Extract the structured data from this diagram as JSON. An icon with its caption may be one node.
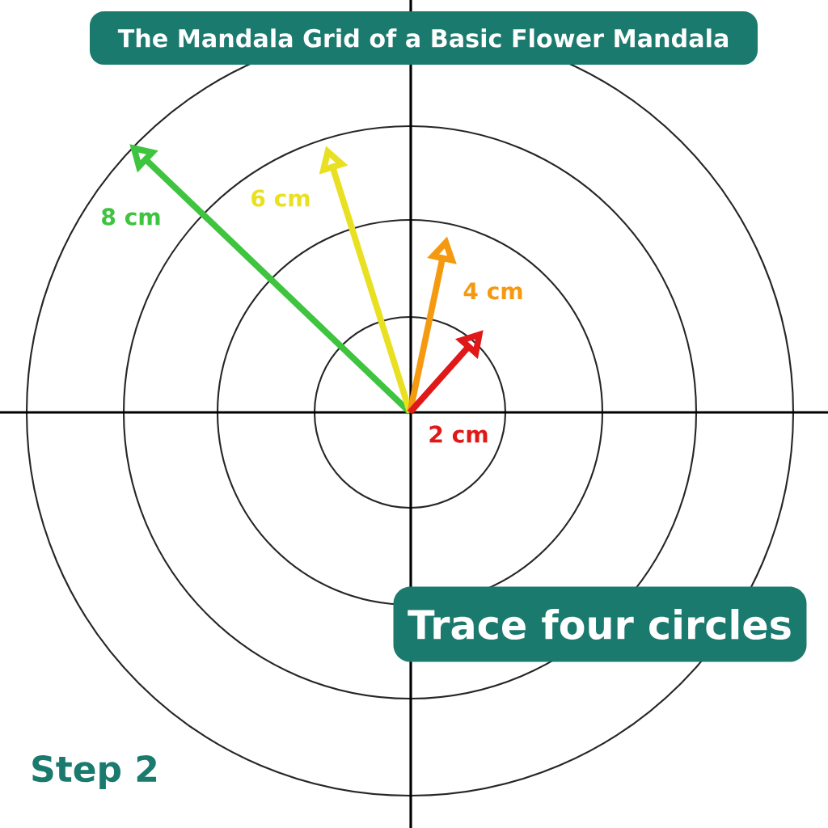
{
  "diagram": {
    "title": "The Mandala Grid of a Basic Flower Mandala",
    "nodes": [
      {
        "text": [
          "Trace four circles"
        ]
      }
    ],
    "labels": [
      "8 cm",
      "6 cm",
      "4 cm",
      "2 cm",
      "Step 2"
    ]
  }
}
